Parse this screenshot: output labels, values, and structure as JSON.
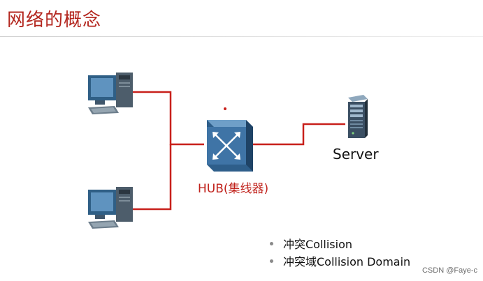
{
  "title": "网络的概念",
  "diagram": {
    "server_label": "Server",
    "hub_label": "HUB(集线器)",
    "link_color": "#c8201b"
  },
  "bullets": [
    "冲突Collision",
    "冲突域Collision  Domain"
  ],
  "watermark": "CSDN @Faye-c"
}
